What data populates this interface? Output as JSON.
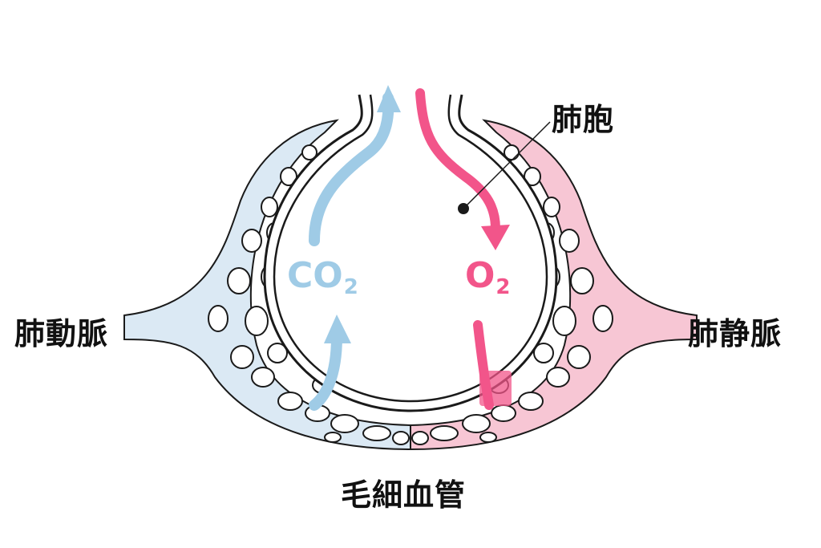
{
  "labels": {
    "alveolus": "肺胞",
    "pulmonary_artery": "肺動脈",
    "pulmonary_vein": "肺静脈",
    "capillary": "毛細血管"
  },
  "gases": {
    "co2_main": "CO",
    "co2_sub": "2",
    "o2_main": "O",
    "o2_sub": "2"
  },
  "colors": {
    "co2": "#9fcbe6",
    "o2": "#f2558a",
    "artery_fill": "#dbe9f4",
    "vein_fill": "#f7c6d4",
    "outline": "#1a1a1a"
  }
}
